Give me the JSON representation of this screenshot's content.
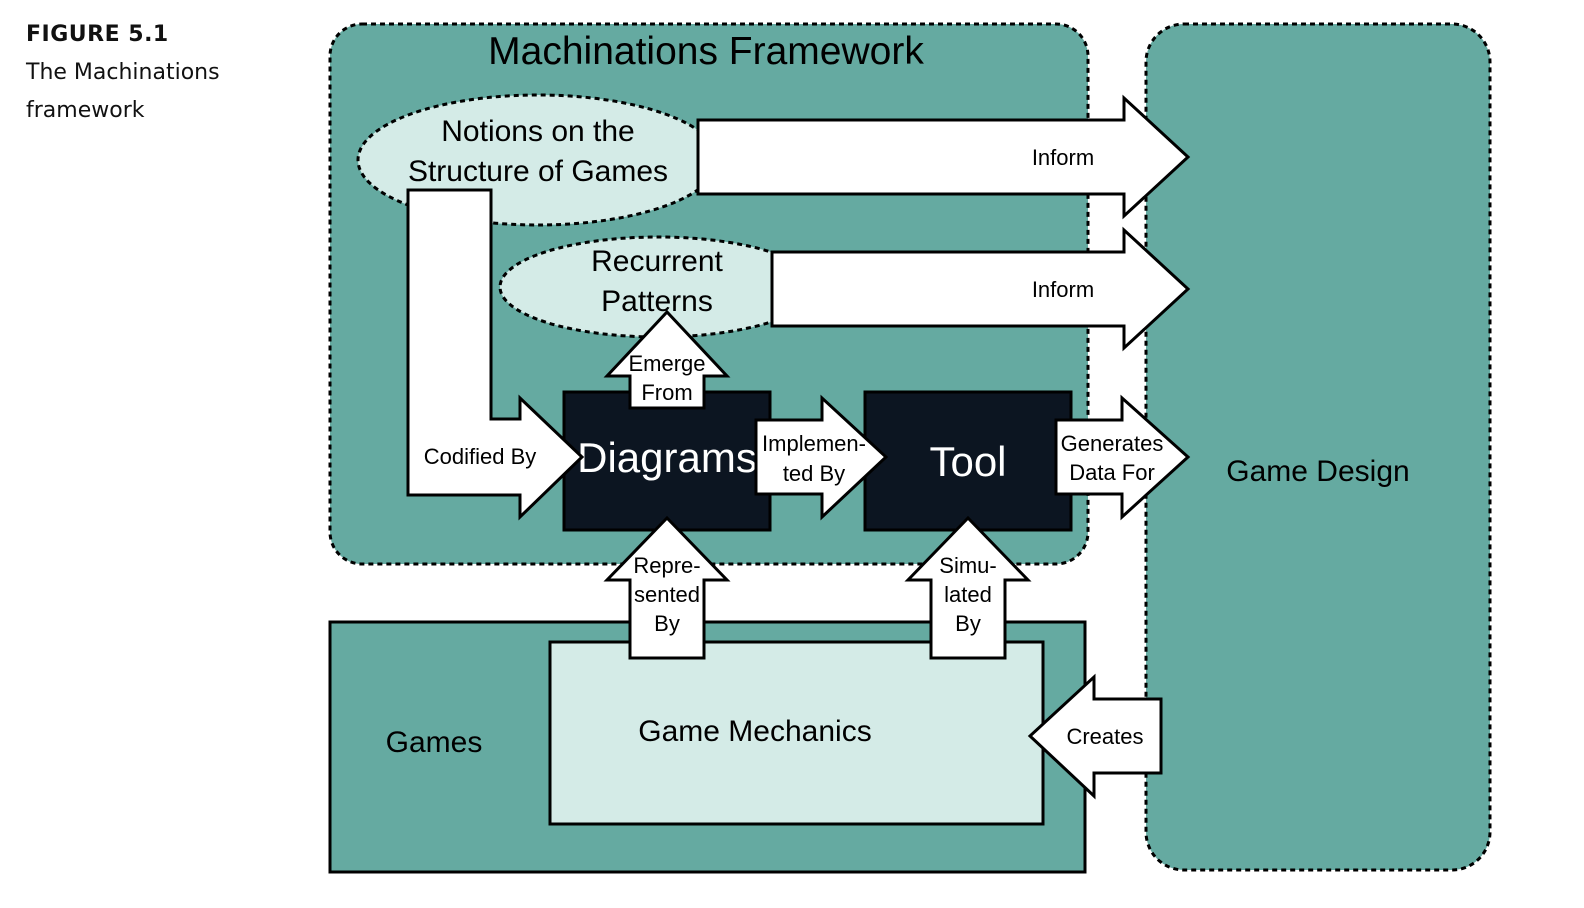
{
  "caption": {
    "figure_label": "FIGURE 5.1",
    "line1": "The Machinations",
    "line2": "framework"
  },
  "colors": {
    "teal": "#65aaa1",
    "pale": "#d4ebe7",
    "dark_node": "#0c1521",
    "arrow_fill": "#ffffff",
    "stroke": "#000000"
  },
  "containers": {
    "framework_title": "Machinations Framework",
    "game_design": "Game Design",
    "games": "Games",
    "game_mechanics": "Game Mechanics"
  },
  "nodes": {
    "notions_line1": "Notions on the",
    "notions_line2": "Structure of Games",
    "recurrent_line1": "Recurrent",
    "recurrent_line2": "Patterns",
    "diagrams": "Diagrams",
    "tool": "Tool"
  },
  "arrows": {
    "inform_top": "Inform",
    "inform_middle": "Inform",
    "codified_by": "Codified By",
    "emerge_line1": "Emerge",
    "emerge_line2": "From",
    "implemented_line1": "Implemen-",
    "implemented_line2": "ted By",
    "generates_line1": "Generates",
    "generates_line2": "Data For",
    "represented_line1": "Repre-",
    "represented_line2": "sented",
    "represented_line3": "By",
    "simulated_line1": "Simu-",
    "simulated_line2": "lated",
    "simulated_line3": "By",
    "creates": "Creates"
  }
}
